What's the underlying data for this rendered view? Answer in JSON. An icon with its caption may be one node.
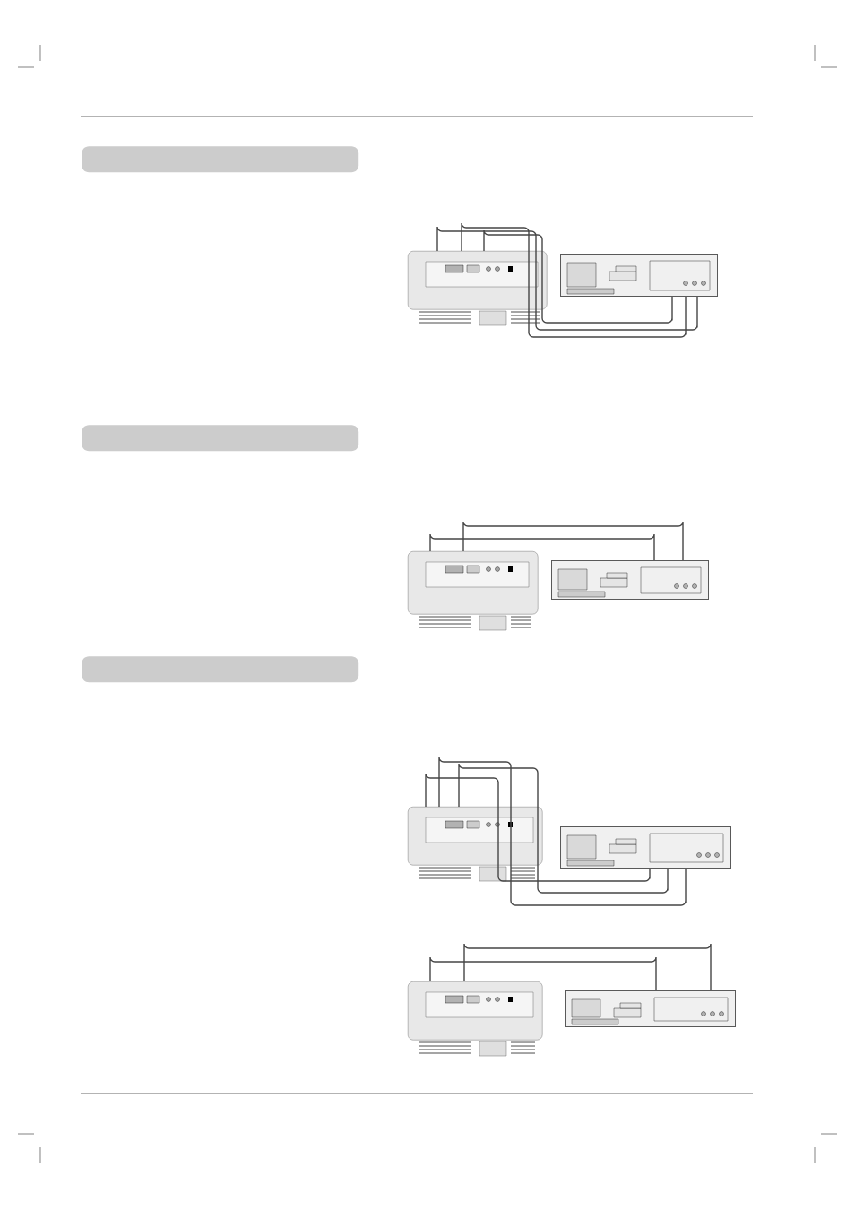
{
  "diagram": {
    "nodes": [
      {
        "text": [],
        "shape": "bar"
      },
      {
        "text": [],
        "shape": "picture"
      },
      {
        "text": [],
        "shape": "picture"
      },
      {
        "text": [],
        "shape": "bar"
      },
      {
        "text": [],
        "shape": "picture"
      },
      {
        "text": [],
        "shape": "picture"
      },
      {
        "text": [],
        "shape": "bar"
      },
      {
        "text": [],
        "shape": "picture"
      },
      {
        "text": [],
        "shape": "picture"
      },
      {
        "text": [],
        "shape": "picture"
      },
      {
        "text": [],
        "shape": "picture"
      }
    ],
    "edges": [
      {
        "from": 1,
        "to": 2,
        "arrow": "none"
      },
      {
        "from": 1,
        "to": 2,
        "arrow": "none"
      },
      {
        "from": 1,
        "to": 2,
        "arrow": "none"
      },
      {
        "from": 4,
        "to": 5,
        "arrow": "none"
      },
      {
        "from": 4,
        "to": 5,
        "arrow": "none"
      },
      {
        "from": 7,
        "to": 8,
        "arrow": "none"
      },
      {
        "from": 7,
        "to": 8,
        "arrow": "none"
      },
      {
        "from": 7,
        "to": 8,
        "arrow": "none"
      },
      {
        "from": 9,
        "to": 10,
        "arrow": "none"
      },
      {
        "from": 9,
        "to": 10,
        "arrow": "none"
      }
    ]
  }
}
